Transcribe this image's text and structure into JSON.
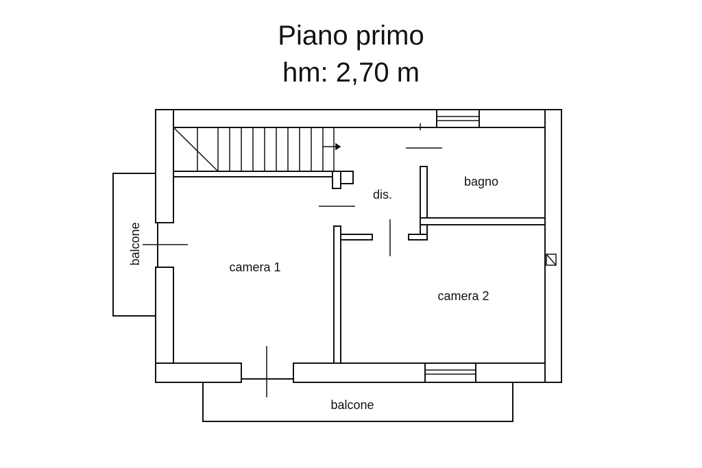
{
  "title": {
    "line1": "Piano primo",
    "line2": "hm: 2,70 m"
  },
  "rooms": {
    "bagno": "bagno",
    "dis": "dis.",
    "camera1": "camera 1",
    "camera2": "camera 2",
    "balcone_left": "balcone",
    "balcone_bottom": "balcone"
  },
  "colors": {
    "wall": "#ffffff",
    "line": "#111111",
    "background": "#ffffff"
  }
}
